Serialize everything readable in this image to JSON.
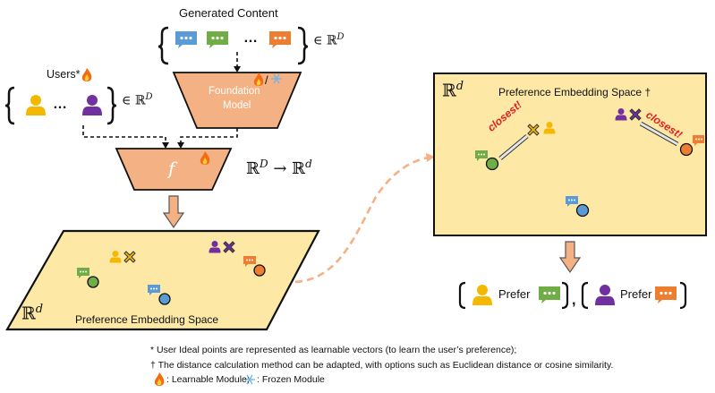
{
  "generated_content": {
    "title": "Generated Content",
    "ellipsis": "…",
    "in_space": "∈ ℝ",
    "in_space_sup": "D"
  },
  "users": {
    "title": "Users*",
    "ellipsis": "…",
    "in_space": "∈ ℝ",
    "in_space_sup": "D"
  },
  "foundation_model": {
    "line1": "Foundation",
    "line2": "Model",
    "badge_sep": "/"
  },
  "f_module": {
    "label": "f",
    "mapping": "ℝ",
    "mapping_sup1": "D",
    "mapping_arrow": " → ℝ",
    "mapping_sup2": "d"
  },
  "left_space": {
    "symbol": "ℝ",
    "symbol_sup": "d",
    "label": "Preference Embedding Space"
  },
  "right_space": {
    "symbol": "ℝ",
    "symbol_sup": "d",
    "label": "Preference Embedding Space",
    "dagger": "†",
    "closest_1": "closest!",
    "closest_2": "closest!"
  },
  "result": {
    "prefer_1": "Prefer",
    "prefer_2": "Prefer",
    "comma": ","
  },
  "footnotes": {
    "line1": "* User Ideal points are represented as learnable vectors (to learn the user’s preference);",
    "line2_mark": "†",
    "line2": " The distance calculation method can be adapted, with options such as Euclidean distance or cosine similarity.",
    "line3_a": ": Learnable Module; ",
    "line3_b": ": Frozen Module"
  },
  "colors": {
    "blue": "#5b9bd5",
    "green": "#70ad47",
    "orange": "#ed7d31",
    "user_yellow": "#f5b800",
    "user_purple": "#7030a0",
    "trapezoid": "#f4b183",
    "panel": "#fde8a6"
  },
  "icons": [
    "chat-bubble-icon",
    "user-icon",
    "fire-icon",
    "snowflake-icon",
    "cross-icon",
    "double-arrow-icon"
  ]
}
